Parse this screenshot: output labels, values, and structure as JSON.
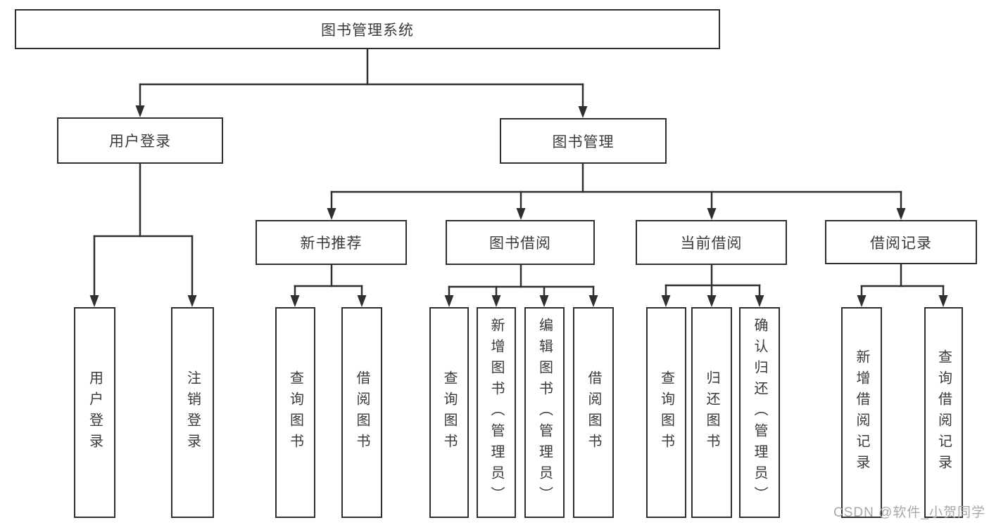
{
  "diagram": {
    "root": "图书管理系统",
    "level2": [
      "用户登录",
      "图书管理"
    ],
    "level3": [
      "新书推荐",
      "图书借阅",
      "当前借阅",
      "借阅记录"
    ],
    "leaves": {
      "user_login": [
        "用户登录",
        "注销登录"
      ],
      "new_book": [
        "查询图书",
        "借阅图书"
      ],
      "book_borrow": [
        "查询图书",
        "新增图书（管理员）",
        "编辑图书（管理员）",
        "借阅图书"
      ],
      "current_borrow": [
        "查询图书",
        "归还图书",
        "确认归还（管理员）"
      ],
      "borrow_record": [
        "新增借阅记录",
        "查询借阅记录"
      ]
    },
    "colors": {
      "border": "#2f2f2f",
      "text": "#3a3a3a",
      "background": "#ffffff",
      "watermark": "#a8a8a8"
    }
  },
  "watermark": {
    "text": "CSDN @软件_小贺同学"
  }
}
